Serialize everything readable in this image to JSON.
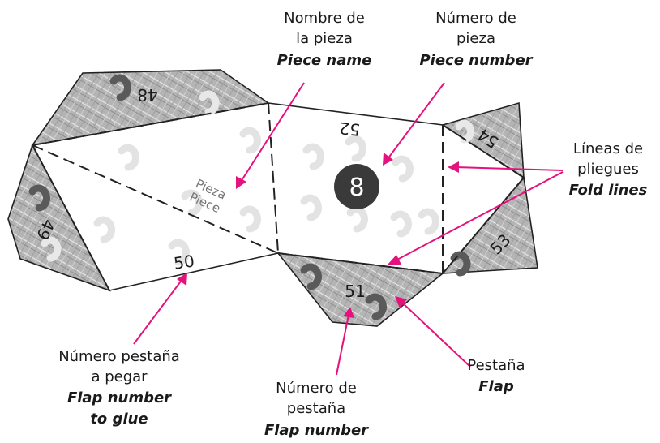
{
  "colors": {
    "accent": "#e4127c",
    "flap_fill": "#b0b0b0",
    "badge": "#3a3a3a"
  },
  "labels": {
    "piece_name_es_1": "Nombre de",
    "piece_name_es_2": "la pieza",
    "piece_name_en": "Piece name",
    "piece_number_es_1": "Número de",
    "piece_number_es_2": "pieza",
    "piece_number_en": "Piece number",
    "fold_es_1": "Líneas de",
    "fold_es_2": "pliegues",
    "fold_en": "Fold lines",
    "flap_glue_es_1": "Número pestaña",
    "flap_glue_es_2": "a pegar",
    "flap_glue_en_1": "Flap number",
    "flap_glue_en_2": "to glue",
    "flap_number_es_1": "Número de",
    "flap_number_es_2": "pestaña",
    "flap_number_en": "Flap number",
    "flap_es": "Pestaña",
    "flap_en": "Flap"
  },
  "piece": {
    "name_es": "Pieza",
    "name_en": "Piece",
    "number": "8"
  },
  "flap_numbers": {
    "f48": "48",
    "f49": "49",
    "f50": "50",
    "f51": "51",
    "f52": "52",
    "f53": "53",
    "f54": "54"
  }
}
